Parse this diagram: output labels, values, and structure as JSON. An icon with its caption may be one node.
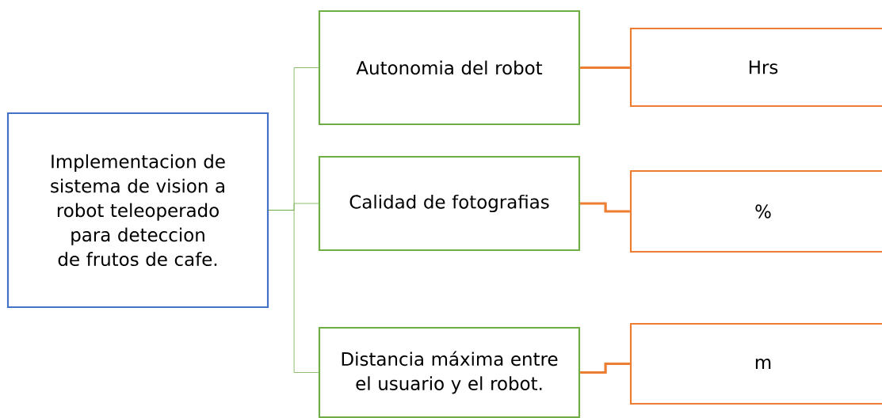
{
  "diagram": {
    "nodes": [
      {
        "text": [
          "Implementacion de sistema de vision a robot teleoperado para deteccion de frutos de cafe."
        ]
      },
      {
        "text": [
          "Autonomia del robot"
        ]
      },
      {
        "text": [
          "Calidad de fotografias"
        ]
      },
      {
        "text": [
          "Distancia máxima entre el usuario y el robot."
        ]
      },
      {
        "text": [
          "Hrs"
        ]
      },
      {
        "text": [
          "%"
        ]
      },
      {
        "text": [
          "m"
        ]
      }
    ],
    "edges": [
      {
        "from": 0,
        "to": 1,
        "arrow": "none",
        "color": "#70ad47"
      },
      {
        "from": 0,
        "to": 2,
        "arrow": "none",
        "color": "#70ad47"
      },
      {
        "from": 0,
        "to": 3,
        "arrow": "none",
        "color": "#70ad47"
      },
      {
        "from": 1,
        "to": 4,
        "arrow": "none",
        "style": "thick",
        "color": "#ed7d31"
      },
      {
        "from": 2,
        "to": 5,
        "arrow": "none",
        "style": "thick",
        "color": "#ed7d31"
      },
      {
        "from": 3,
        "to": 6,
        "arrow": "none",
        "style": "thick",
        "color": "#ed7d31"
      }
    ]
  }
}
